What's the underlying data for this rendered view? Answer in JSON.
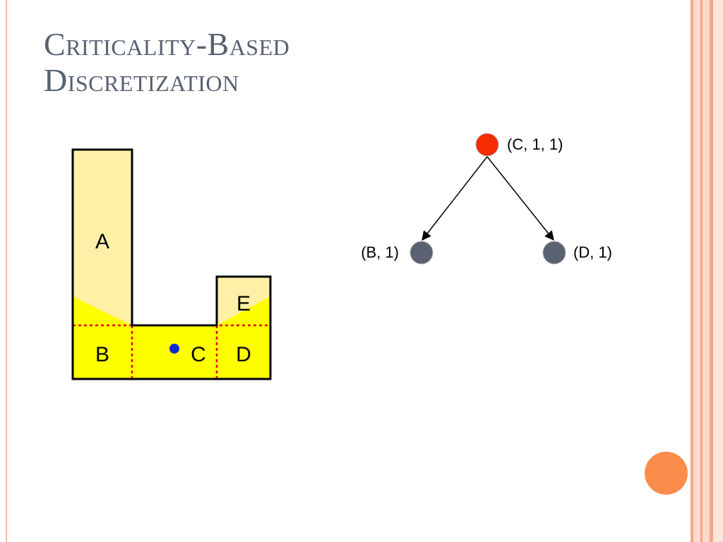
{
  "slide": {
    "title_line1": "Criticality-Based",
    "title_line2": "Discretization"
  },
  "map": {
    "regions": {
      "a": "A",
      "b": "B",
      "c": "C",
      "d": "D",
      "e": "E"
    }
  },
  "tree": {
    "root": {
      "label": "(C, 1, 1)",
      "color": "#f72b00"
    },
    "children": [
      {
        "label": "(B, 1)",
        "color": "#5a6170"
      },
      {
        "label": "(D, 1)",
        "color": "#5a6170"
      }
    ]
  },
  "colors": {
    "title": "#586171",
    "region_fill_light": "#fff0a8",
    "region_fill_bright": "#ffff00",
    "divider": "#e0000f",
    "point": "#0b2bd0",
    "accent": "#fb8c4b",
    "frame_bar_dark": "#f4a78c",
    "frame_bar_light": "#fcd9cb"
  }
}
